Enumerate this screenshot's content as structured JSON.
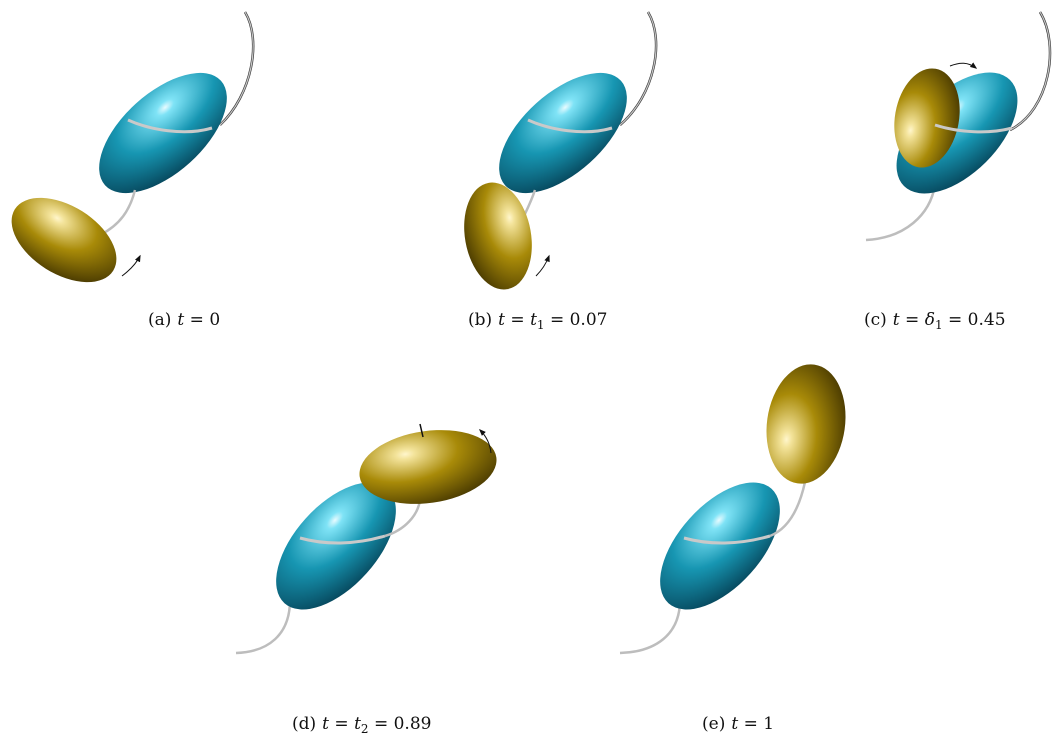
{
  "panels": [
    {
      "label": "(a)",
      "math_var": "t",
      "eq1": "=",
      "rhs": "0"
    },
    {
      "label": "(b)",
      "math_var": "t",
      "eq1": "=",
      "mid_var": "t",
      "mid_sub": "1",
      "eq2": "=",
      "rhs": "0.07"
    },
    {
      "label": "(c)",
      "math_var": "t",
      "eq1": "=",
      "mid_var": "δ",
      "mid_sub": "1",
      "eq2": "=",
      "rhs": "0.45"
    },
    {
      "label": "(d)",
      "math_var": "t",
      "eq1": "=",
      "mid_var": "t",
      "mid_sub": "2",
      "eq2": "=",
      "rhs": "0.89"
    },
    {
      "label": "(e)",
      "math_var": "t",
      "eq1": "=",
      "rhs": "1"
    }
  ],
  "colors": {
    "teal_light": "#7fe3f6",
    "teal_mid": "#1796b2",
    "teal_dark": "#03364a",
    "olive_light": "#f3e39a",
    "olive_mid": "#a88a08",
    "olive_dark": "#3a2d00",
    "fiber": "#b8b8b8",
    "fiber_dark": "#3a3a3a"
  }
}
